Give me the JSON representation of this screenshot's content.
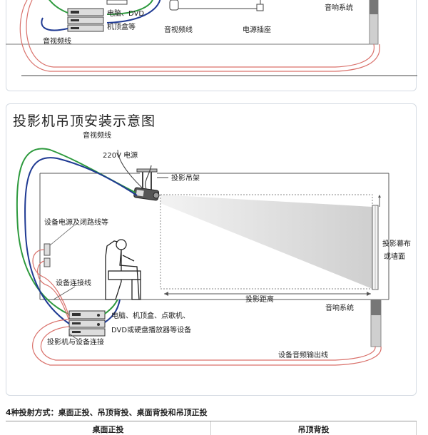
{
  "top_section": {
    "labels": {
      "devices": "电脑、DVD",
      "devices_2": "机顶盒等",
      "av_cable_right": "音视频线",
      "av_cable_left": "音视频线",
      "power_socket": "电源插座",
      "audio_system": "音响系统"
    }
  },
  "main_section": {
    "title": "投影机吊顶安装示意图",
    "labels": {
      "av_cable": "音视频线",
      "power_220v": "220V 电源",
      "ceiling_mount": "投影吊架",
      "power_loop": "设备电源及闭路线等",
      "connection_cable": "设备连接线",
      "screen": "投影幕布",
      "screen_2": "或墙面",
      "distance": "投影距离",
      "audio_system": "音响系统",
      "devices_line1": "电脑、机顶盒、点歌机、",
      "devices_line2": "DVD或硬盘播放器等设备",
      "projector_connection": "投影机与设备连接",
      "audio_output": "设备音频输出线"
    }
  },
  "footer": {
    "methods": "4种投射方式：桌面正投、吊顶背投、桌面背投和吊顶正投",
    "table_headers": [
      "桌面正投",
      "吊顶背投"
    ]
  },
  "colors": {
    "green_cable": "#2e9a3e",
    "blue_cable": "#1f3a93",
    "red_cable": "#d9706a",
    "ceiling_line": "#555555"
  }
}
